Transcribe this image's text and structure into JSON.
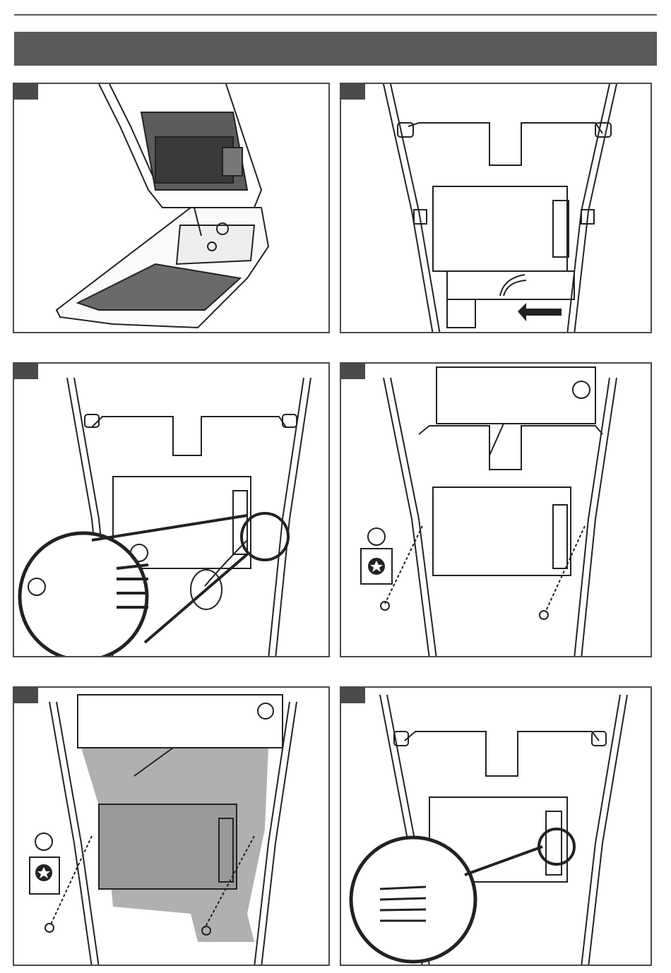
{
  "page": {
    "title_bar_text": "",
    "panels": [
      {
        "id": "step-1",
        "number_label": ""
      },
      {
        "id": "step-2",
        "number_label": ""
      },
      {
        "id": "step-3",
        "number_label": ""
      },
      {
        "id": "step-4",
        "number_label": ""
      },
      {
        "id": "step-5",
        "number_label": ""
      },
      {
        "id": "step-6",
        "number_label": ""
      }
    ]
  },
  "icons": [
    "torx-screwdriver-icon",
    "screwdriver-icon",
    "arrow-icon"
  ],
  "colors": {
    "frame": "#4a4a4a",
    "title_bar": "#5a5a5a",
    "shaded_cover": "#b0b0b0"
  }
}
